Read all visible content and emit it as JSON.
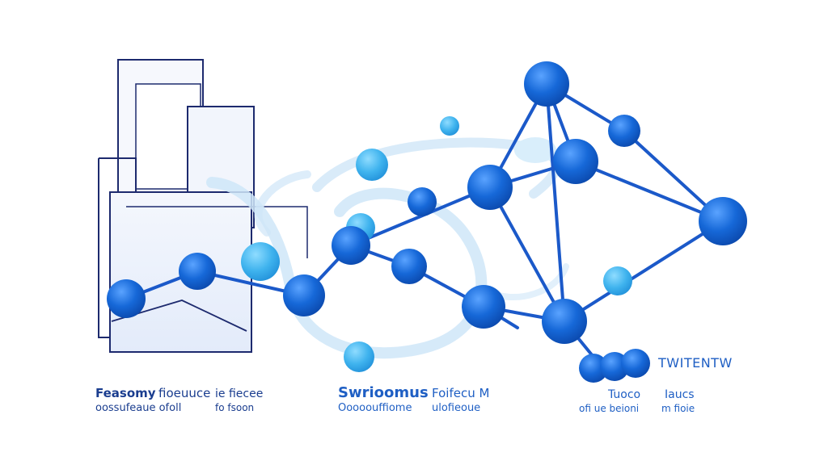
{
  "colors": {
    "frame_stroke": "#1d2a6e",
    "panel_fill": "#e9effb",
    "node_primary": "#1668d8",
    "node_light": "#3fb3ee",
    "edge": "#1b59c9",
    "ribbon": "#cfe6f8",
    "label_dark": "#1a3d8f",
    "label_mid": "#1f5fc4"
  },
  "labels": {
    "left_line1_a": "Feasomy",
    "left_line1_b": "fioeuuce",
    "left_line1_c": "ie fiecee",
    "left_line2_a": "oossufeaue ofoll",
    "left_line2_b": "fo fsoon",
    "center_line1_a": "Swrioomus",
    "center_line1_b": "Foifecu M",
    "center_line2_a": "Ooooouffiome",
    "center_line2_b": "ulofieoue",
    "right_top": "TWITENTW",
    "right_line1_a": "Tuoco",
    "right_line1_b": "Iaucs",
    "right_line2_a": "ofi  ue  beioni",
    "right_line2_b": "m fioie"
  }
}
